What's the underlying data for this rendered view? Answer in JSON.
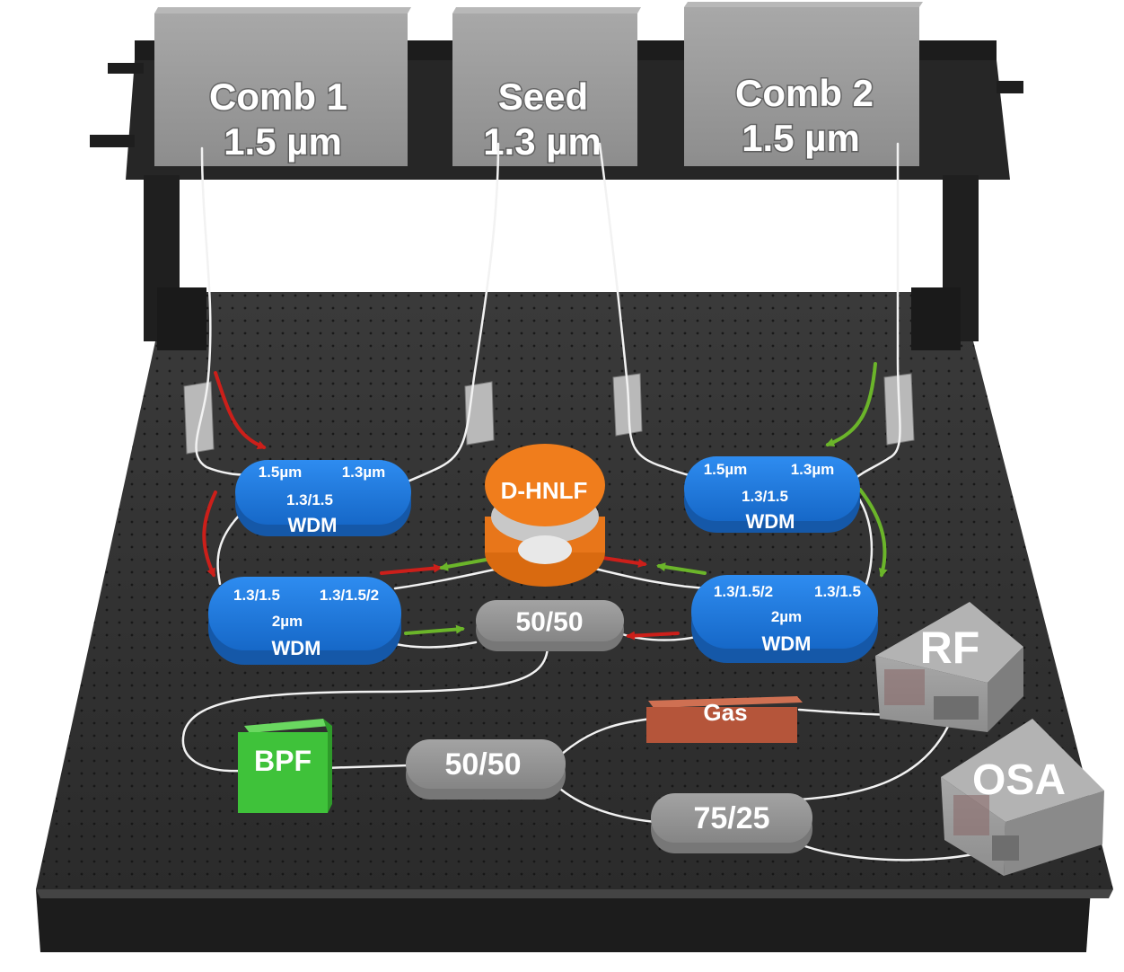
{
  "sources": {
    "comb1": {
      "name": "Comb 1",
      "wavelength": "1.5 µm"
    },
    "seed": {
      "name": "Seed",
      "wavelength": "1.3 µm"
    },
    "comb2": {
      "name": "Comb 2",
      "wavelength": "1.5 µm"
    }
  },
  "wdm_left_top": {
    "port_a": "1.5µm",
    "port_b": "1.3µm",
    "port_c": "1.3/1.5",
    "type": "WDM"
  },
  "wdm_right_top": {
    "port_a": "1.5µm",
    "port_b": "1.3µm",
    "port_c": "1.3/1.5",
    "type": "WDM"
  },
  "wdm_left_bottom": {
    "port_a": "1.3/1.5",
    "port_b": "1.3/1.5/2",
    "port_c": "2µm",
    "type": "WDM"
  },
  "wdm_right_bottom": {
    "port_a": "1.3/1.5/2",
    "port_b": "1.3/1.5",
    "port_c": "2µm",
    "type": "WDM"
  },
  "fiber_spool": {
    "label": "D-HNLF"
  },
  "coupler_top": {
    "label": "50/50"
  },
  "coupler_bottom": {
    "label": "50/50"
  },
  "coupler_7525": {
    "label": "75/25"
  },
  "bpf": {
    "label": "BPF"
  },
  "gas_cell": {
    "label": "Gas"
  },
  "rf_analyzer": {
    "label": "RF"
  },
  "osa": {
    "label": "OSA"
  },
  "colors": {
    "wdm_blue": "#1f7de0",
    "spool_orange": "#f07d1c",
    "bpf_green": "#3fc23a",
    "gas_red": "#b5553a",
    "arrow_red": "#cc1f1a",
    "arrow_green": "#6bb52a",
    "table": "#2a2a2a",
    "box_grey": "#9a9a9a"
  }
}
